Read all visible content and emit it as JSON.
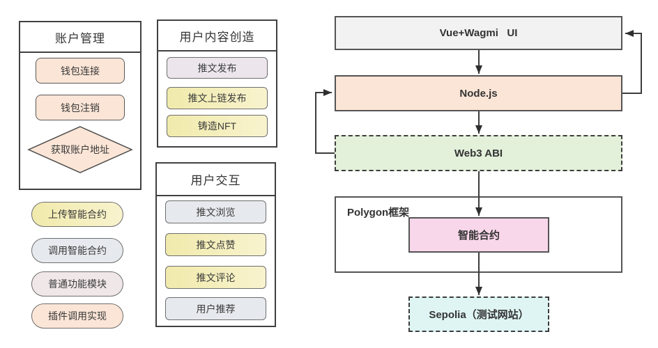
{
  "colors": {
    "peach": "#FBE5D6",
    "yellow": "#F1EAAC",
    "blue_gray": "#E6E9ED",
    "lavender": "#ECE6EC",
    "pink_gray": "#F0E7E9",
    "light_gray": "#F2F2F2",
    "green": "#E3F0DA",
    "pink": "#F9D7EA",
    "cyan": "#DFF5F4",
    "border_dark": "#404040",
    "arrow": "#363636"
  },
  "account_panel": {
    "title": "账户管理",
    "items": [
      {
        "label": "钱包连接"
      },
      {
        "label": "钱包注销"
      }
    ],
    "diamond_label": "获取账户地址"
  },
  "legend_pills": [
    {
      "label": "上传智能合约"
    },
    {
      "label": "调用智能合约"
    },
    {
      "label": "普通功能模块"
    },
    {
      "label": "插件调用实现"
    }
  ],
  "content_panel": {
    "title": "用户内容创造",
    "items": [
      {
        "label": "推文发布"
      },
      {
        "label": "推文上链发布"
      },
      {
        "label": "铸造NFT"
      }
    ]
  },
  "interaction_panel": {
    "title": "用户交互",
    "items": [
      {
        "label": "推文浏览"
      },
      {
        "label": "推文点赞"
      },
      {
        "label": "推文评论"
      },
      {
        "label": "用户推荐"
      }
    ]
  },
  "flowchart": {
    "ui_node": "Vue+Wagmi   UI",
    "server_node": "Node.js",
    "abi_node": "Web3 ABI",
    "polygon_container_label": "Polygon框架",
    "contract_node": "智能合约",
    "testnet_node": "Sepolia（测试网站）"
  }
}
